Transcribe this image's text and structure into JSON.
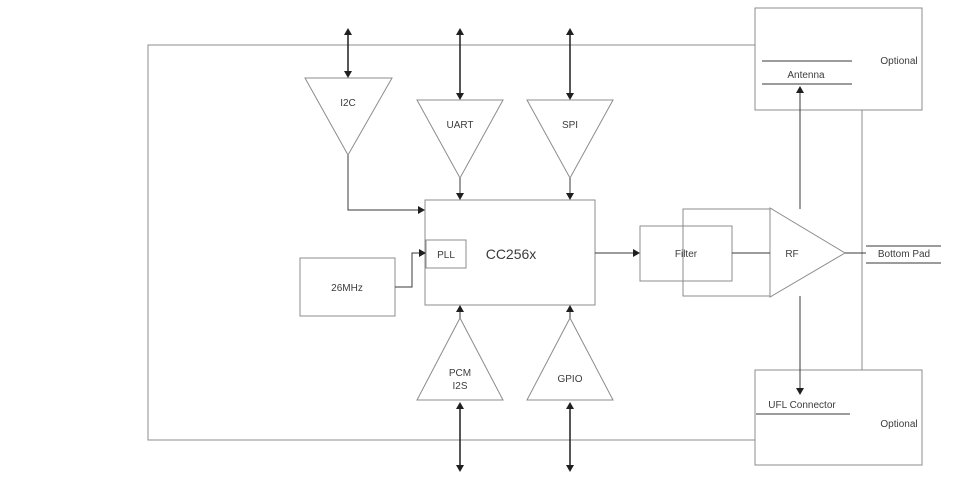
{
  "diagram": {
    "blocks": {
      "cc256x": "CC256x",
      "pll": "PLL",
      "clock": "26MHz",
      "filter": "Filter",
      "rf": "RF",
      "antenna": "Antenna",
      "antenna_optional": "Optional",
      "ufl": "UFL Connector",
      "ufl_optional": "Optional",
      "bottom_pad": "Bottom Pad"
    },
    "interfaces": {
      "i2c": "I2C",
      "uart": "UART",
      "spi": "SPI",
      "pcm_line1": "PCM",
      "pcm_line2": "I2S",
      "gpio": "GPIO"
    },
    "colors": {
      "box_stroke": "#8c8c8c",
      "wire": "#3a3a3a",
      "arrow": "#1f1f1f",
      "text": "#3c3c3c",
      "background": "#ffffff"
    }
  }
}
